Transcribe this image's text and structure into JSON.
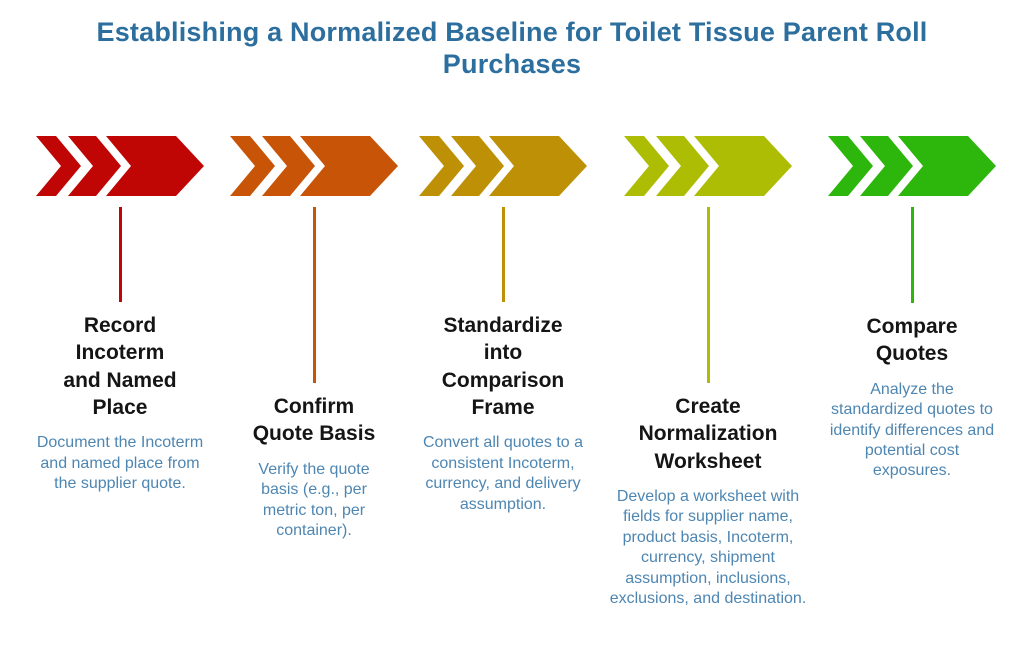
{
  "title": "Establishing a Normalized Baseline for Toilet Tissue Parent Roll Purchases",
  "title_color": "#2C6F9E",
  "description_text_color": "#4E86B2",
  "step_title_text_color": "#151515",
  "steps": [
    {
      "title": "Record\nIncoterm\nand Named\nPlace",
      "description": "Document the Incoterm and named place from the supplier quote.",
      "color": "#C00505"
    },
    {
      "title": "Confirm\nQuote Basis",
      "description": "Verify the quote basis (e.g., per metric ton, per container).",
      "color": "#C85408"
    },
    {
      "title": "Standardize\ninto\nComparison\nFrame",
      "description": "Convert all quotes to a consistent Incoterm, currency, and delivery assumption.",
      "color": "#BD9005"
    },
    {
      "title": "Create\nNormalization\nWorksheet",
      "description": "Develop a worksheet with fields for supplier name, product basis, Incoterm, currency, shipment assumption, inclusions, exclusions, and destination.",
      "color": "#ADBD04"
    },
    {
      "title": "Compare\nQuotes",
      "description": "Analyze the standardized quotes to identify differences and potential cost exposures.",
      "color": "#2DB60C"
    }
  ]
}
